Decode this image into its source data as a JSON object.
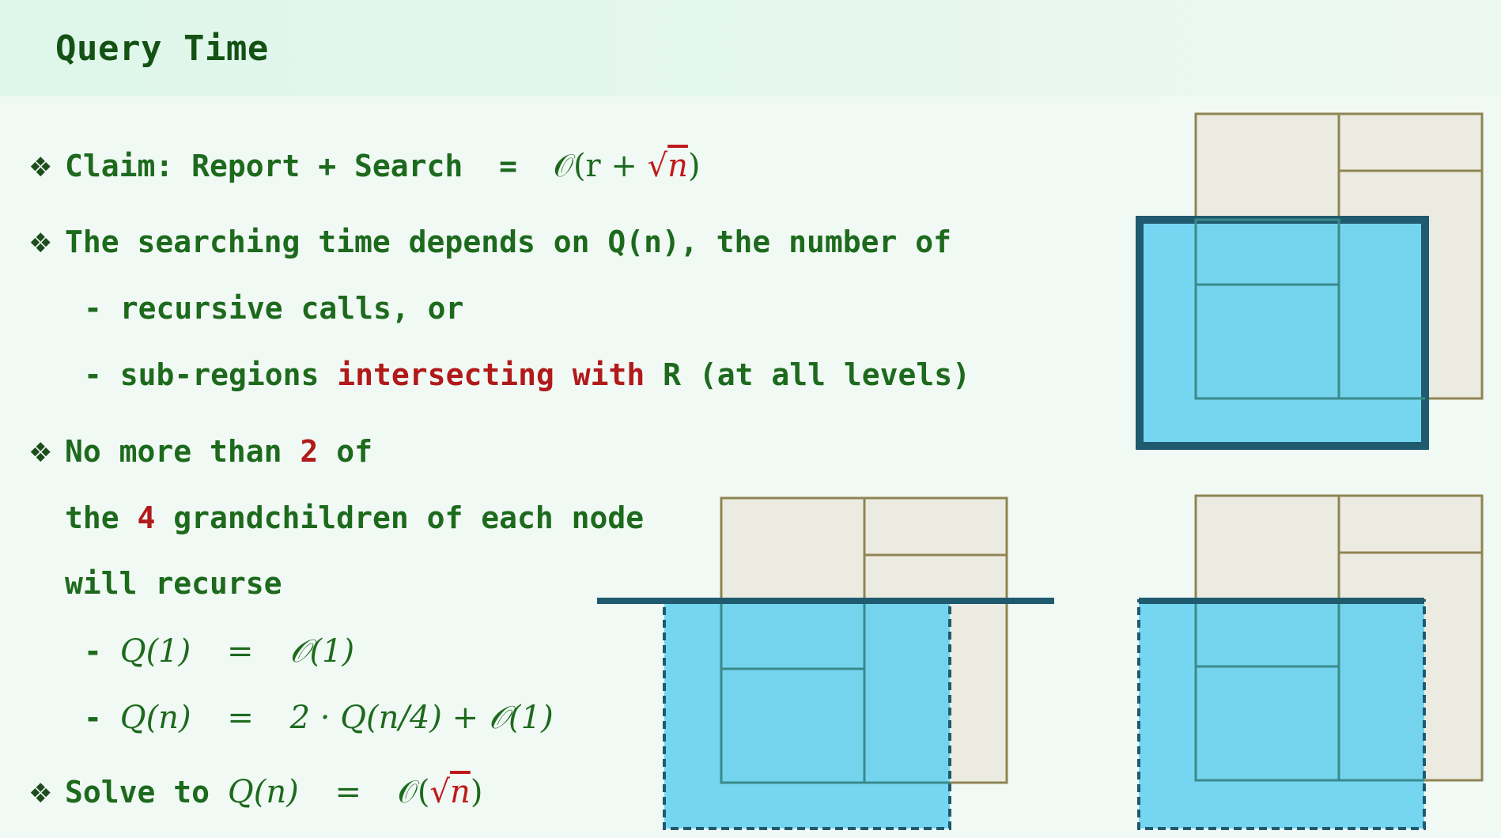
{
  "slide": {
    "title": "Query Time",
    "bullet_symbol": "❖",
    "claim": {
      "label": "Claim: Report + Search",
      "equals": "=",
      "formula_prefix": "𝒪(r + ",
      "sqrt_symbol": "√",
      "sqrt_arg": "n",
      "formula_suffix": ")"
    },
    "search": {
      "line": "The searching time depends on Q(n), the number of",
      "item1": "- recursive calls, or",
      "item2_prefix": "- sub-regions ",
      "item2_highlight": "intersecting with",
      "item2_suffix": " R (at all levels)"
    },
    "grand": {
      "line1_prefix": "No more than ",
      "line1_num": "2",
      "line1_suffix": " of",
      "line2_prefix": "the ",
      "line2_num": "4",
      "line2_suffix": " grandchildren of each node",
      "line3": "will recurse"
    },
    "recurrence": {
      "dash": "-",
      "base_lhs": "Q(1)",
      "base_eq": "=",
      "base_rhs": "𝒪(1)",
      "rec_lhs": "Q(n)",
      "rec_eq": "=",
      "rec_two": "2",
      "rec_mid": " · Q(n/",
      "rec_four": "4",
      "rec_end": ") + 𝒪(1)"
    },
    "solve": {
      "label": "Solve to",
      "lhs": "Q(n)",
      "eq": "=",
      "rhs_prefix": "𝒪(",
      "sqrt_symbol": "√",
      "sqrt_arg": "n",
      "rhs_suffix": ")"
    }
  },
  "colors": {
    "text_green": "#1d6a1d",
    "title_green": "#145214",
    "highlight_red": "#b11a1a",
    "region_fill": "#ecebe1",
    "region_stroke": "#8f8554",
    "query_fill": "#5fd0f0",
    "query_stroke": "#1f5a6e"
  },
  "diagrams": [
    {
      "name": "query-rectangle-contained",
      "query_border": "solid"
    },
    {
      "name": "query-halfplane-left",
      "query_border": "dashed"
    },
    {
      "name": "query-halfplane-right",
      "query_border": "dashed"
    }
  ]
}
